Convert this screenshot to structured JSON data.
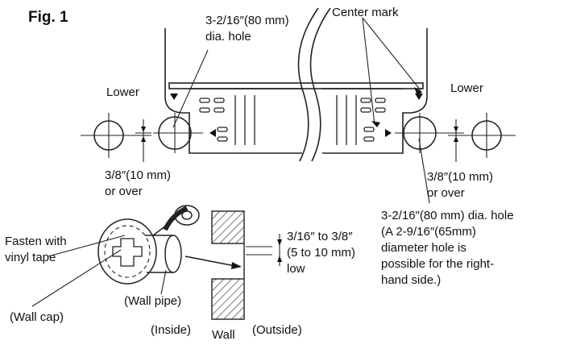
{
  "figure": {
    "label": "Fig. 1",
    "top_hole": {
      "line1": "3-2/16″(80 mm)",
      "line2": "dia. hole"
    },
    "center_mark": "Center mark",
    "lower_left": "Lower",
    "lower_right": "Lower",
    "offset_left": {
      "line1": "3/8″(10 mm)",
      "line2": "or over"
    },
    "offset_right": {
      "line1": "3/8″(10 mm)",
      "line2": "or over"
    },
    "right_hole_note": [
      "3-2/16″(80 mm) dia. hole",
      "(A 2-9/16″(65mm)",
      "diameter hole is",
      "possible for the right-",
      "hand side.)"
    ],
    "fasten": {
      "line1": "Fasten with",
      "line2": "vinyl tape"
    },
    "slope": {
      "line1": "3/16″ to 3/8″",
      "line2": "(5 to 10 mm)",
      "line3": "low"
    },
    "wall_cap": "(Wall cap)",
    "wall_pipe": "(Wall pipe)",
    "inside": "(Inside)",
    "wall": "Wall",
    "outside": "(Outside)"
  }
}
